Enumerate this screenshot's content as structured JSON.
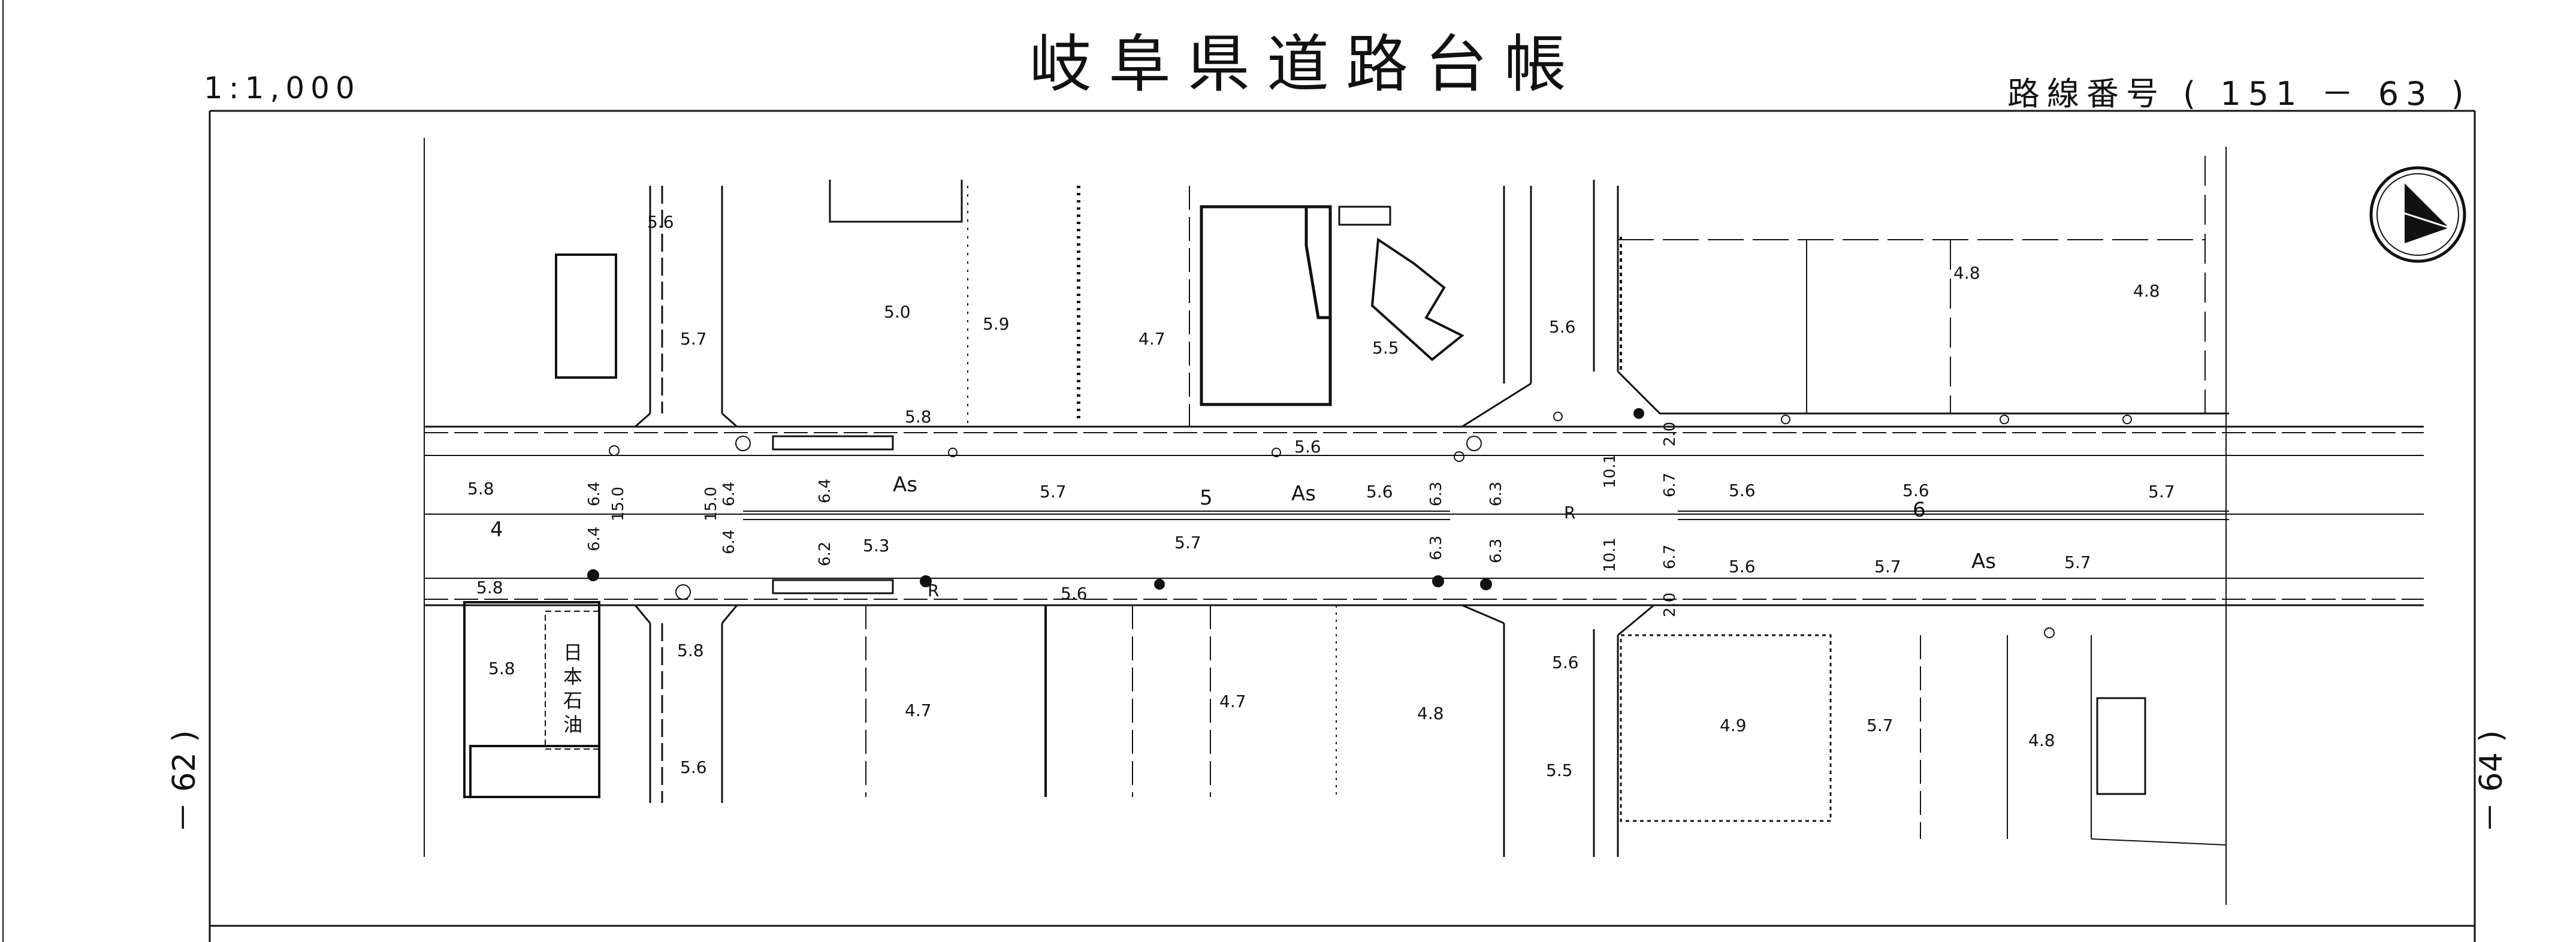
{
  "header": {
    "title": "岐阜県道路台帳",
    "scale": "1:1,000",
    "route_number": "路線番号 ( 151 － 63 )"
  },
  "adjacent_sheets": {
    "left": "－ 62 )",
    "right": "－ 64 )"
  },
  "map": {
    "north_arrow_icon": "north-arrow-icon",
    "section_numbers": [
      {
        "id": "section-4",
        "text": "4"
      },
      {
        "id": "section-5",
        "text": "5"
      },
      {
        "id": "section-6",
        "text": "6"
      }
    ],
    "surface_labels": [
      "As",
      "As",
      "As"
    ],
    "building_label": "日本石油",
    "elevations": [
      "5.7",
      "5.0",
      "5.9",
      "4.7",
      "5.5",
      "5.6",
      "4.8",
      "4.8",
      "5.8",
      "5.6",
      "5.8",
      "5.7",
      "5.6",
      "5.6",
      "5.6",
      "5.7",
      "5.8",
      "5.3",
      "5.7",
      "5.6",
      "5.6",
      "5.7",
      "5.7",
      "5.8",
      "5.8",
      "5.6",
      "4.7",
      "4.7",
      "4.8",
      "5.6",
      "4.9",
      "5.7",
      "4.8",
      "5.5",
      "5.6"
    ],
    "widths": [
      "6.4",
      "15.0",
      "6.4",
      "15.0",
      "6.4",
      "6.4",
      "6.2",
      "6.3",
      "6.3",
      "6.3",
      "6.3",
      "10.1",
      "10.1",
      "6.7",
      "6.7",
      "2.0",
      "2.0",
      "6.4"
    ],
    "misc_marks": [
      "R",
      "R"
    ]
  }
}
